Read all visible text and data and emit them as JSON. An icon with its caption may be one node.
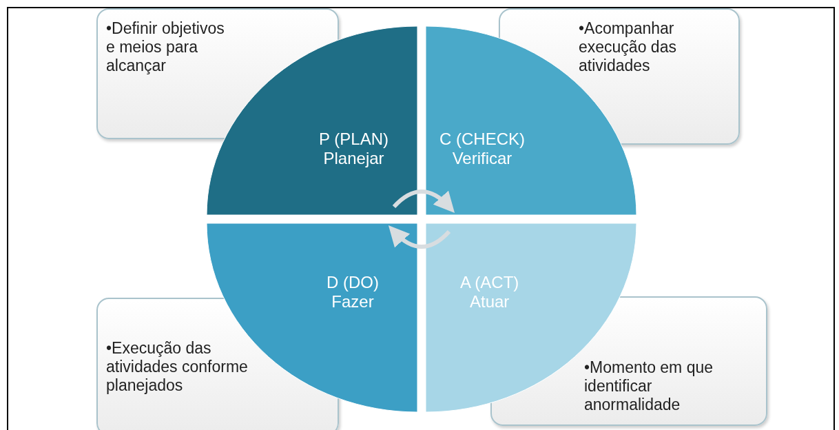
{
  "diagram": {
    "nodes": [
      {
        "text": [
          "•Definir objetivos e meios para alcançar"
        ]
      },
      {
        "text": [
          "•Acompanhar execução das atividades"
        ]
      },
      {
        "text": [
          "P (PLAN)",
          "Planejar"
        ]
      },
      {
        "text": [
          "C (CHECK)",
          "Verificar"
        ]
      },
      {
        "text": [
          "D (DO)",
          "Fazer"
        ]
      },
      {
        "text": [
          "A (ACT)",
          "Atuar"
        ]
      },
      {
        "text": [
          "•Execução das atividades conforme planejados"
        ]
      },
      {
        "text": [
          "•Momento em que identificar anormalidade"
        ]
      }
    ],
    "edges": [
      {
        "from": 2,
        "to": 3,
        "arrow": "to"
      },
      {
        "from": 5,
        "to": 4,
        "arrow": "to"
      }
    ]
  }
}
